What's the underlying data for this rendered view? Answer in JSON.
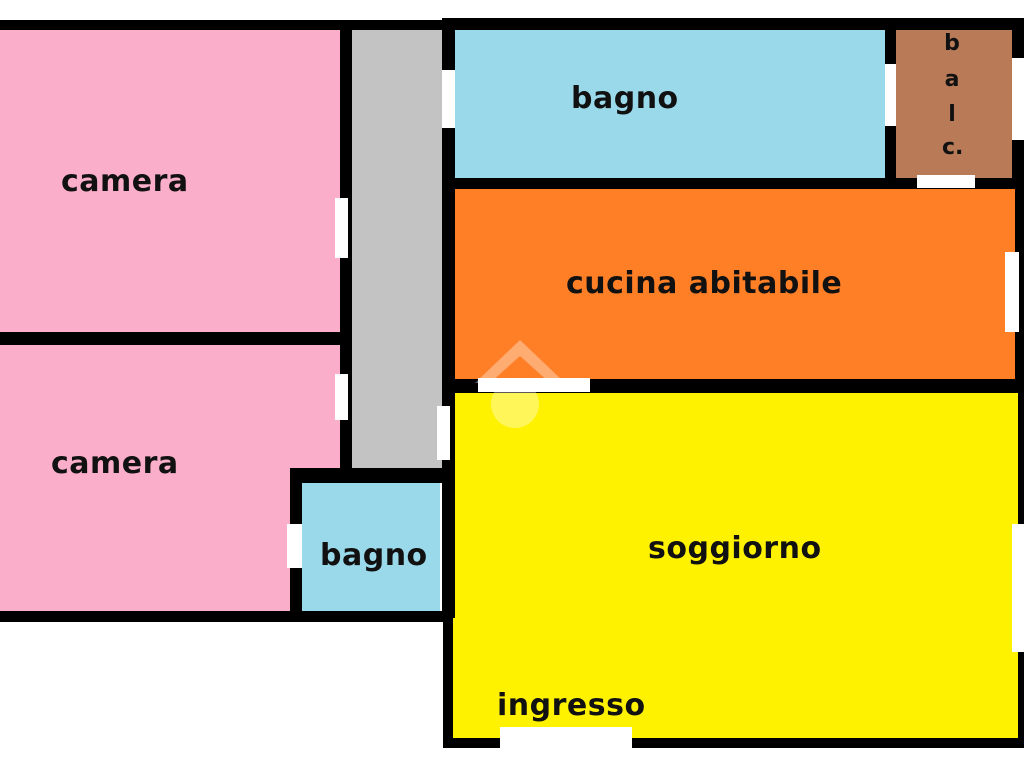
{
  "floorplan": {
    "rooms": [
      {
        "id": "camera-1",
        "label": "camera",
        "color": "#fbaec9"
      },
      {
        "id": "camera-2",
        "label": "camera",
        "color": "#fbaec9"
      },
      {
        "id": "corridoio",
        "label": "",
        "color": "#c3c3c3"
      },
      {
        "id": "bagno-1",
        "label": "bagno",
        "color": "#9ad9ea"
      },
      {
        "id": "balcone",
        "label": "balc.",
        "letters": [
          "b",
          "a",
          "l",
          "c."
        ],
        "color": "#b97a57"
      },
      {
        "id": "cucina",
        "label": "cucina abitabile",
        "color": "#ff7f27"
      },
      {
        "id": "soggiorno",
        "label": "soggiorno",
        "color": "#fff200"
      },
      {
        "id": "bagno-2",
        "label": "bagno",
        "color": "#9ad9ea"
      }
    ],
    "annotations": {
      "entrance": "ingresso"
    },
    "wall_color": "#000000",
    "opening_color": "#ffffff"
  }
}
